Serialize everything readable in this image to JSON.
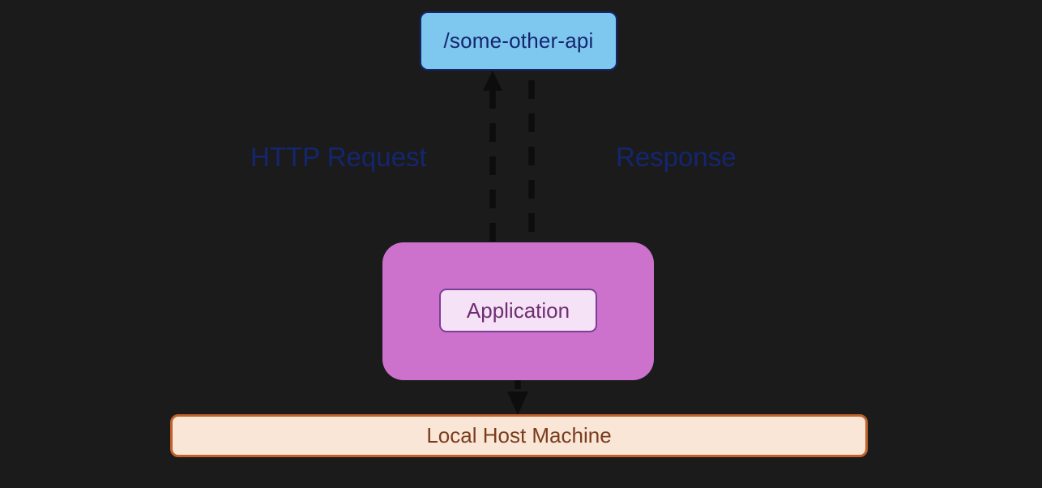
{
  "diagram": {
    "title": "HTTP request/response flow between application and external API",
    "background_color": "#1b1b1b",
    "nodes": {
      "api": {
        "label": "/some-other-api",
        "fill": "#7ec8f0",
        "stroke": "#16266e",
        "text_color": "#16266e"
      },
      "container": {
        "label": "",
        "fill": "#cc72cc",
        "stroke": "none"
      },
      "application": {
        "label": "Application",
        "fill": "#f6e2f6",
        "stroke": "#7b3f98",
        "text_color": "#6d2f72"
      },
      "host": {
        "label": "Local Host Machine",
        "fill": "#f9e6d6",
        "stroke": "#c0622c",
        "text_color": "#7a3d1e"
      }
    },
    "edges": [
      {
        "name": "http-request",
        "label": "HTTP Request",
        "from": "application",
        "to": "api",
        "direction": "up",
        "style": "dashed",
        "color": "#0d0d0d",
        "label_color": "#14266e"
      },
      {
        "name": "response",
        "label": "Response",
        "from": "api",
        "to": "application",
        "direction": "down",
        "style": "dashed",
        "color": "#0d0d0d",
        "label_color": "#14266e"
      },
      {
        "name": "application-to-host",
        "label": "",
        "from": "application",
        "to": "host",
        "direction": "down",
        "style": "dashed",
        "color": "#0d0d0d"
      }
    ]
  }
}
